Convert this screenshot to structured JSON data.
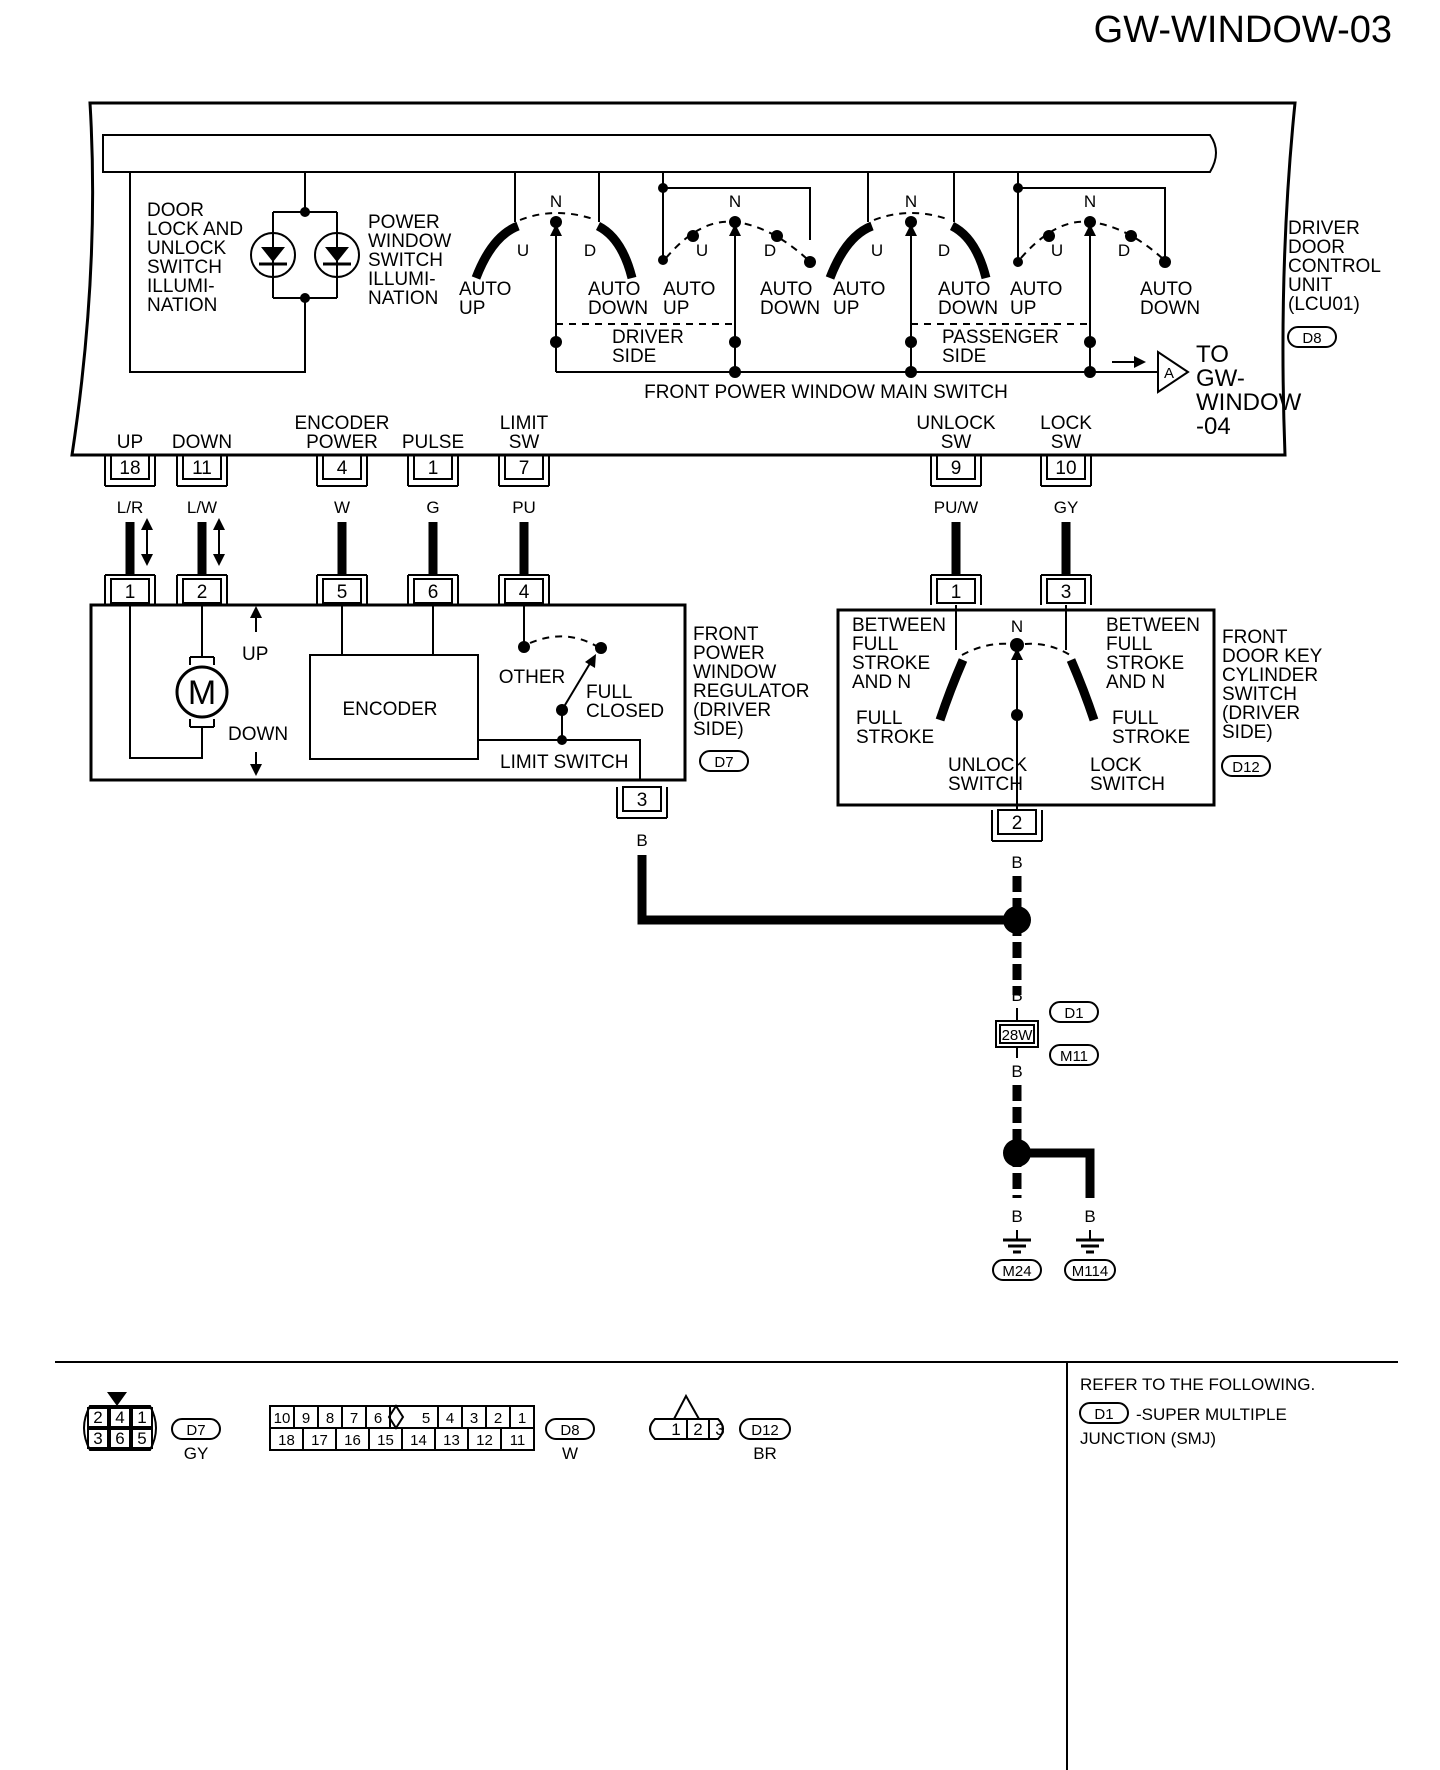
{
  "title": "GW-WINDOW-03",
  "lcu": {
    "name_lines": [
      "DRIVER",
      "DOOR",
      "CONTROL",
      "UNIT",
      "(LCU01)"
    ],
    "connector": "D8",
    "illum_left_lines": [
      "DOOR",
      "LOCK AND",
      "UNLOCK",
      "SWITCH",
      "ILLUMI-",
      "NATION"
    ],
    "illum_right_lines": [
      "POWER",
      "WINDOW",
      "SWITCH",
      "ILLUMI-",
      "NATION"
    ],
    "main_switch_label": "FRONT POWER WINDOW MAIN SWITCH",
    "driver_side_lines": [
      "DRIVER",
      "SIDE"
    ],
    "passenger_side_lines": [
      "PASSENGER",
      "SIDE"
    ],
    "switch_labels": {
      "n": "N",
      "u": "U",
      "d": "D",
      "auto_up": [
        "AUTO",
        "UP"
      ],
      "auto_down": [
        "AUTO",
        "DOWN"
      ]
    },
    "offpage": {
      "marker": "A",
      "lines": [
        "TO",
        "GW-",
        "WINDOW",
        "-04"
      ]
    },
    "pins": [
      {
        "label_lines": [
          "UP"
        ],
        "pin": "18",
        "wire": "L/R"
      },
      {
        "label_lines": [
          "DOWN"
        ],
        "pin": "11",
        "wire": "L/W"
      },
      {
        "label_lines": [
          "ENCODER",
          "POWER"
        ],
        "pin": "4",
        "wire": "W"
      },
      {
        "label_lines": [
          "PULSE"
        ],
        "pin": "1",
        "wire": "G"
      },
      {
        "label_lines": [
          "LIMIT",
          "SW"
        ],
        "pin": "7",
        "wire": "PU"
      },
      {
        "label_lines": [
          "UNLOCK",
          "SW"
        ],
        "pin": "9",
        "wire": "PU/W"
      },
      {
        "label_lines": [
          "LOCK",
          "SW"
        ],
        "pin": "10",
        "wire": "GY"
      }
    ]
  },
  "regulator": {
    "name_lines": [
      "FRONT",
      "POWER",
      "WINDOW",
      "REGULATOR",
      "(DRIVER",
      "SIDE)"
    ],
    "connector": "D7",
    "pins_top": [
      "1",
      "2",
      "5",
      "6",
      "4"
    ],
    "pin_bottom": "3",
    "motor": "M",
    "up": "UP",
    "down": "DOWN",
    "encoder": "ENCODER",
    "other": "OTHER",
    "full_closed_lines": [
      "FULL",
      "CLOSED"
    ],
    "limit_switch": "LIMIT SWITCH",
    "ground_wire": "B"
  },
  "key_switch": {
    "name_lines": [
      "FRONT",
      "DOOR KEY",
      "CYLINDER",
      "SWITCH",
      "(DRIVER",
      "SIDE)"
    ],
    "connector": "D12",
    "pins_top": [
      "1",
      "3"
    ],
    "pin_bottom": "2",
    "n": "N",
    "left_top_lines": [
      "BETWEEN",
      "FULL",
      "STROKE",
      "AND N"
    ],
    "right_top_lines": [
      "BETWEEN",
      "FULL",
      "STROKE",
      "AND N"
    ],
    "left_full_lines": [
      "FULL",
      "STROKE"
    ],
    "right_full_lines": [
      "FULL",
      "STROKE"
    ],
    "unlock_lines": [
      "UNLOCK",
      "SWITCH"
    ],
    "lock_lines": [
      "LOCK",
      "SWITCH"
    ],
    "ground_wire": "B"
  },
  "ground": {
    "wire": "B",
    "joint": "28W",
    "joint_tags": [
      "D1",
      "M11"
    ],
    "points": [
      "M24",
      "M114"
    ]
  },
  "legend": {
    "d7": {
      "tag": "D7",
      "color": "GY",
      "rows": [
        [
          "2",
          "4",
          "1"
        ],
        [
          "3",
          "6",
          "5"
        ]
      ]
    },
    "d8": {
      "tag": "D8",
      "color": "W",
      "rows": [
        [
          "10",
          "9",
          "8",
          "7",
          "6",
          "5",
          "4",
          "3",
          "2",
          "1"
        ],
        [
          "18",
          "17",
          "16",
          "15",
          "14",
          "13",
          "12",
          "11"
        ]
      ]
    },
    "d12": {
      "tag": "D12",
      "color": "BR",
      "pins": [
        "1",
        "2",
        "3"
      ]
    },
    "refer_title": "REFER TO THE FOLLOWING.",
    "refer_tag": "D1",
    "refer_lines": [
      "-SUPER MULTIPLE",
      "JUNCTION (SMJ)"
    ]
  }
}
